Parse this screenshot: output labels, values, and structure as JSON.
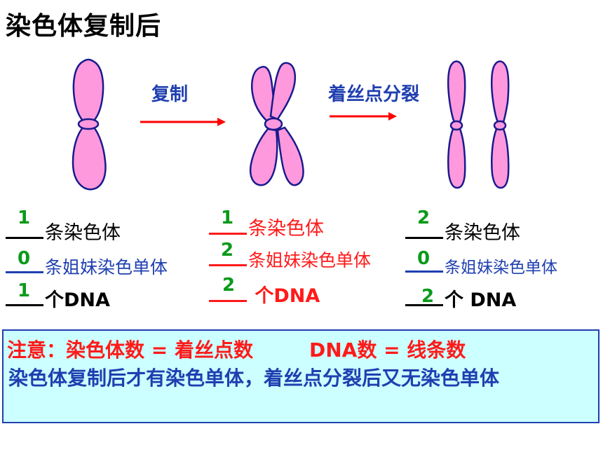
{
  "title": "染色体复制后",
  "arrows": {
    "replicate_label": "复制",
    "split_label": "着丝点分裂"
  },
  "columns": [
    {
      "chromosome_count_label": "条染色体",
      "chromosome_count": "1",
      "chromatid_label": "条姐妹染色单体",
      "chromatid_count": "0",
      "dna_label": "个DNA",
      "dna_count": "1"
    },
    {
      "chromosome_count_label": "条染色体",
      "chromosome_count": "1",
      "chromatid_label": "条姐妹染色单体",
      "chromatid_count": "2",
      "dna_label": " 个DNA",
      "dna_count": "2"
    },
    {
      "chromosome_count_label": "条染色体",
      "chromosome_count": "2",
      "chromatid_label": "条姐妹染色单体",
      "chromatid_count": "0",
      "dna_label": "个 DNA",
      "dna_count": "2"
    }
  ],
  "note": {
    "prefix": "注意：",
    "rule1": "染色体数 = 着丝点数",
    "rule2": "DNA数 = 线条数",
    "line2": "染色体复制后才有染色单体，着丝点分裂后又无染色单体"
  },
  "colors": {
    "chromosome_fill": "#ff99dd",
    "chromosome_stroke": "#1a1a8c",
    "arrow": "#ff0000",
    "note_background": "#ccffff"
  }
}
